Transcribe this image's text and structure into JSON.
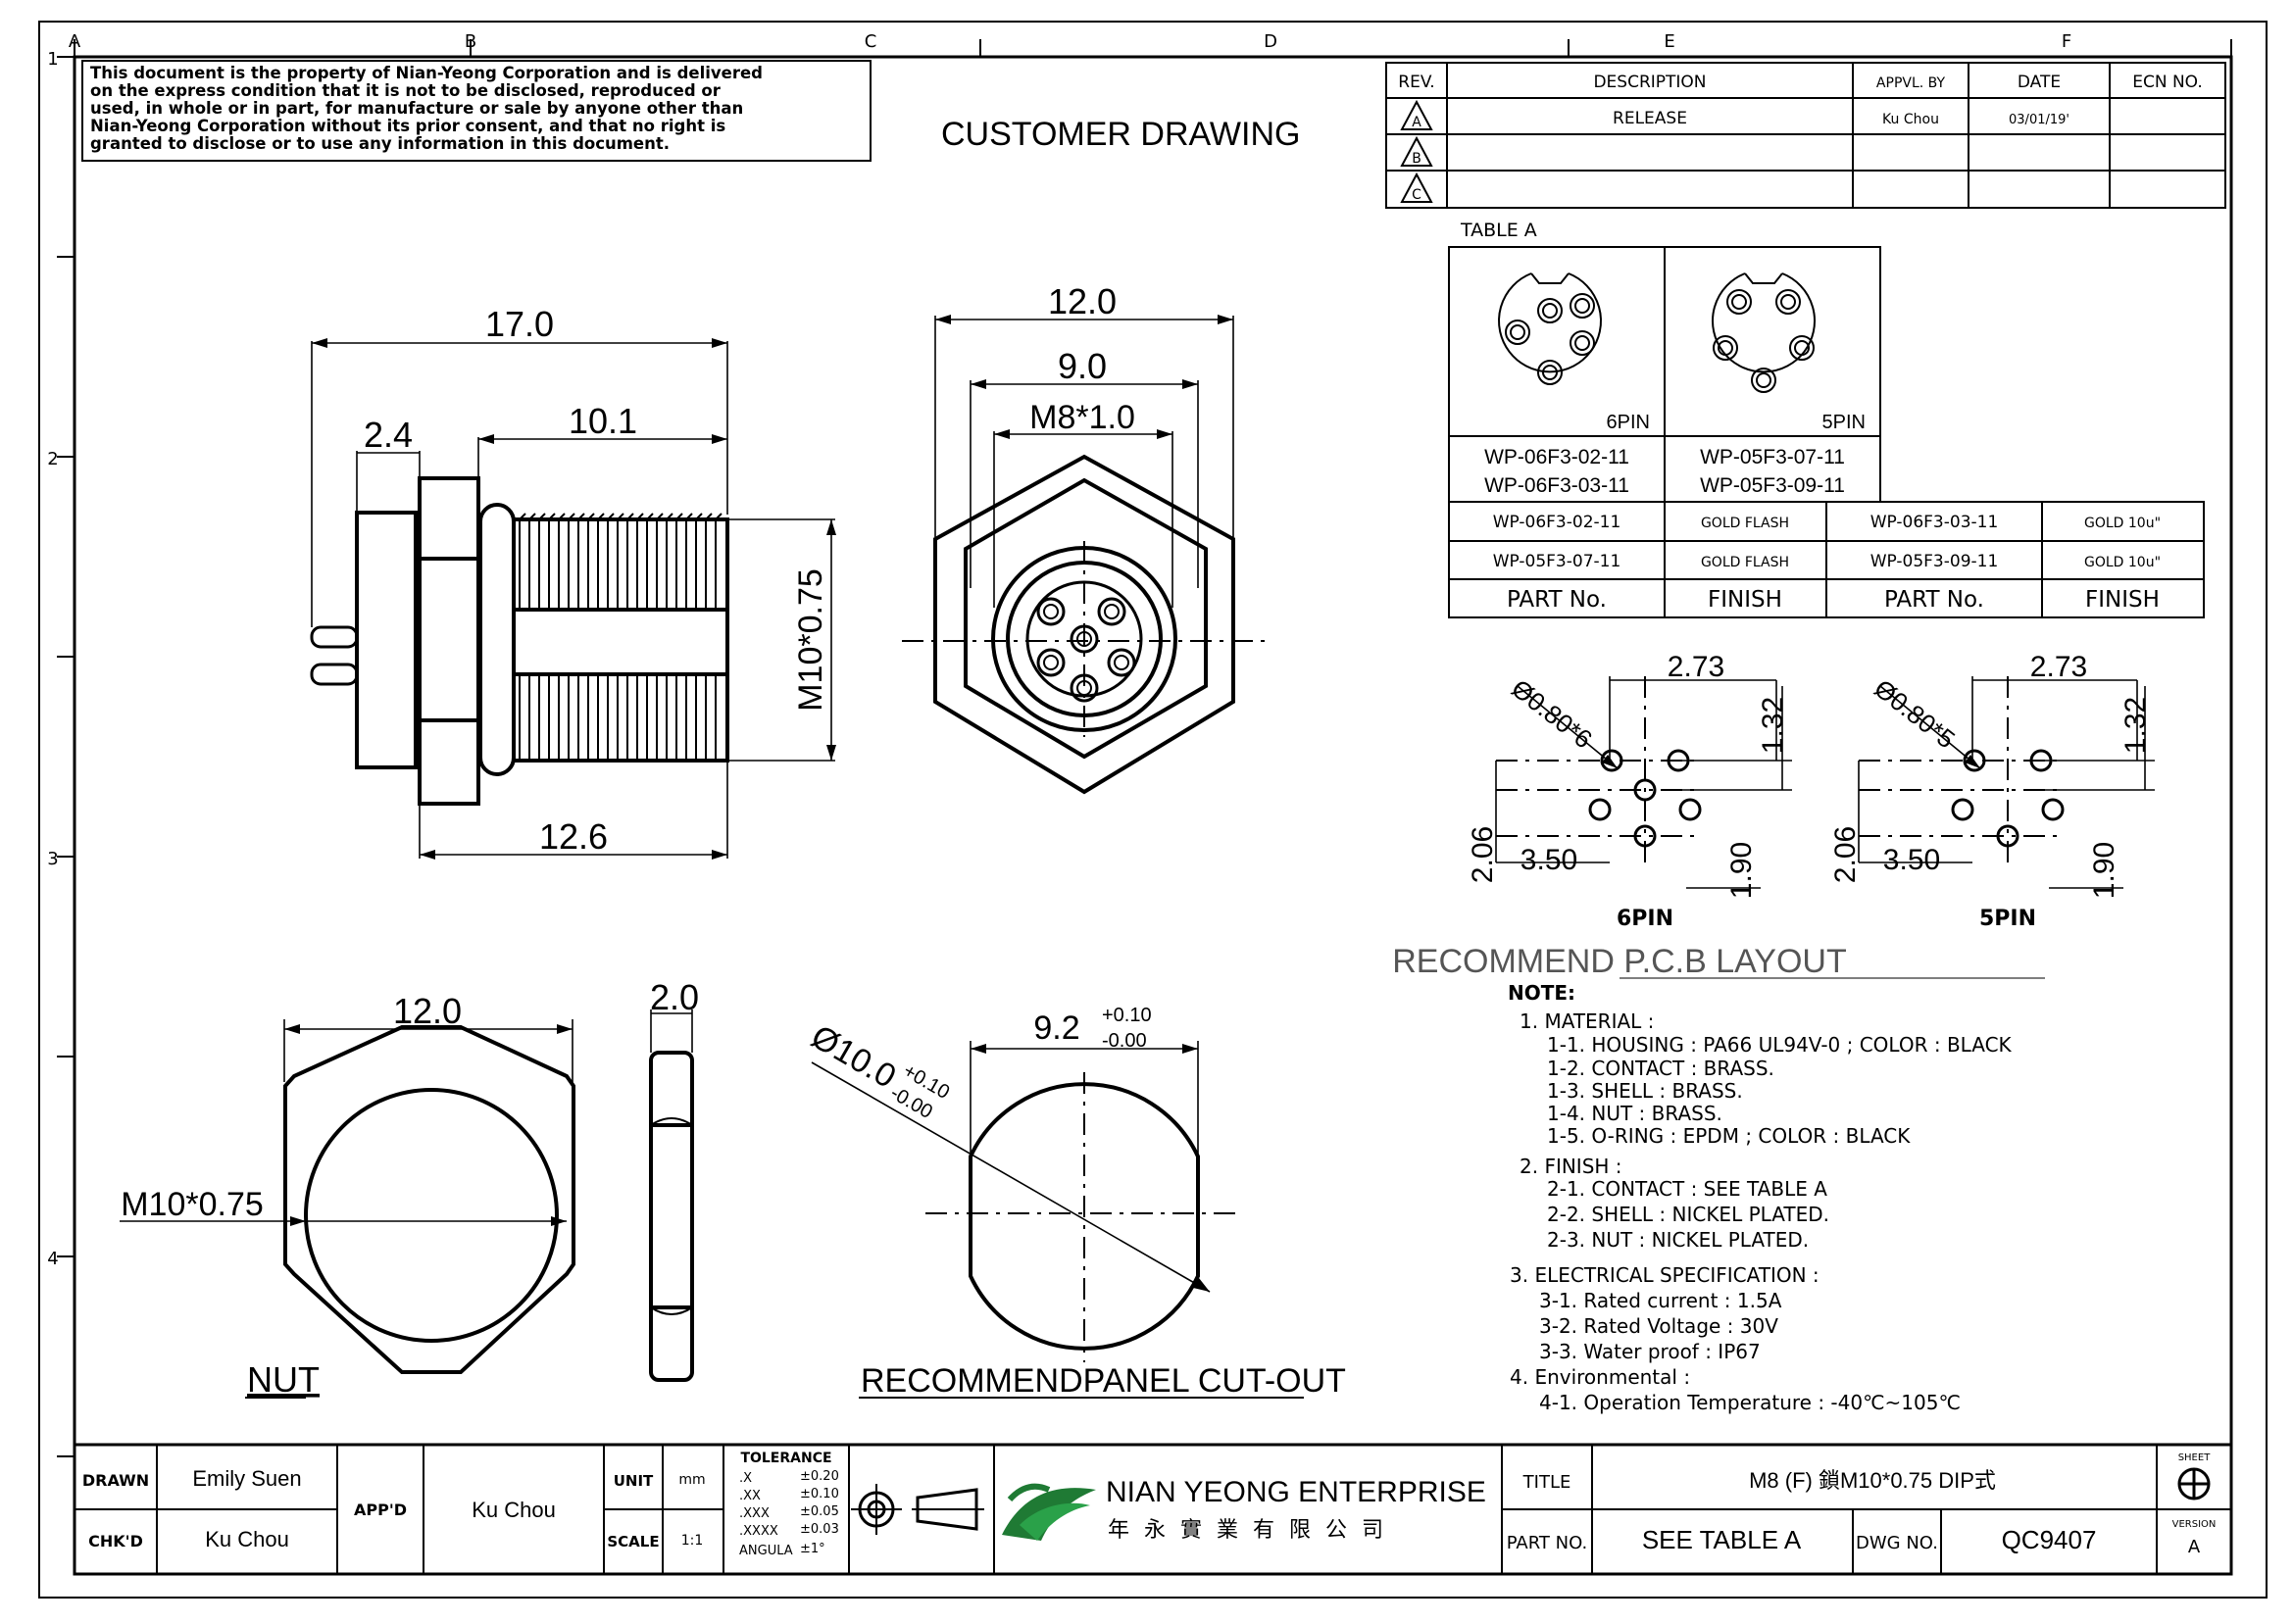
{
  "grid": {
    "columns": [
      "A",
      "B",
      "C",
      "D",
      "E",
      "F"
    ],
    "rows": [
      "1",
      "2",
      "3",
      "4"
    ]
  },
  "disclaimer": [
    "This document is the property of Nian-Yeong Corporation and is delivered",
    "on  the  express condition that it is not to be disclosed, reproduced or",
    "used, in whole or in part, for manufacture or sale by anyone other than",
    "Nian-Yeong Corporation without  its prior consent, and that  no right  is",
    "granted to disclose or to use any information in this  document."
  ],
  "header_title": "CUSTOMER  DRAWING",
  "revision_table": {
    "headers": [
      "REV.",
      "DESCRIPTION",
      "APPVL. BY",
      "DATE",
      "ECN NO."
    ],
    "rows": [
      {
        "rev": "A",
        "description": "RELEASE",
        "appvl": "Ku Chou",
        "date": "03/01/19'",
        "ecn": ""
      },
      {
        "rev": "B",
        "description": "",
        "appvl": "",
        "date": "",
        "ecn": ""
      },
      {
        "rev": "C",
        "description": "",
        "appvl": "",
        "date": "",
        "ecn": ""
      }
    ]
  },
  "table_a": {
    "title": "TABLE  A",
    "pin_views": [
      {
        "label": "6PIN",
        "parts": [
          "WP-06F3-02-11",
          "WP-06F3-03-11"
        ]
      },
      {
        "label": "5PIN",
        "parts": [
          "WP-05F3-07-11",
          "WP-05F3-09-11"
        ]
      }
    ],
    "finish_rows": [
      [
        "WP-06F3-02-11",
        "GOLD FLASH",
        "WP-06F3-03-11",
        "GOLD 10u\""
      ],
      [
        "WP-05F3-07-11",
        "GOLD FLASH",
        "WP-05F3-09-11",
        "GOLD 10u\""
      ]
    ],
    "footer": [
      "PART No.",
      "FINISH",
      "PART No.",
      "FINISH"
    ]
  },
  "side_view": {
    "dims": {
      "overall": "17.0",
      "flange": "2.4",
      "thread_len": "10.1",
      "body": "12.6",
      "thread": "M10*0.75"
    }
  },
  "front_view": {
    "dims": {
      "hex": "12.0",
      "inner": "9.0",
      "thread": "M8*1.0"
    }
  },
  "nut_view": {
    "dims": {
      "width": "12.0",
      "thread": "M10*0.75",
      "thickness": "2.0"
    },
    "label": "NUT"
  },
  "cutout_view": {
    "dims": {
      "diameter": "Ø10.0",
      "dia_tol_plus": "+0.10",
      "dia_tol_minus": "-0.00",
      "flat": "9.2",
      "flat_tol_plus": "+0.10",
      "flat_tol_minus": "-0.00"
    },
    "label": "RECOMMENDPANEL  CUT-OUT"
  },
  "pcb_layout": {
    "title": "RECOMMEND  P.C.B  LAYOUT",
    "layouts": [
      {
        "label": "6PIN",
        "hole": "Ø0.80*6",
        "d1": "2.73",
        "d2": "1.32",
        "d3": "2.06",
        "d4": "3.50",
        "d5": "1.90"
      },
      {
        "label": "5PIN",
        "hole": "Ø0.80*5",
        "d1": "2.73",
        "d2": "1.32",
        "d3": "2.06",
        "d4": "3.50",
        "d5": "1.90"
      }
    ]
  },
  "notes": {
    "title": "NOTE:",
    "lines": [
      "1. MATERIAL :",
      "1-1. HOUSING : PA66 UL94V-0 ; COLOR : BLACK",
      "1-2. CONTACT : BRASS.",
      "1-3. SHELL : BRASS.",
      "1-4. NUT : BRASS.",
      "1-5. O-RING : EPDM ; COLOR : BLACK",
      "2. FINISH :",
      "2-1. CONTACT : SEE TABLE A",
      "2-2. SHELL : NICKEL PLATED.",
      "2-3. NUT : NICKEL PLATED.",
      "3. ELECTRICAL SPECIFICATION :",
      "3-1. Rated current : 1.5A",
      "3-2. Rated Voltage : 30V",
      "3-3. Water proof : IP67",
      "4. Environmental :",
      "4-1. Operation Temperature : -40℃~105℃"
    ]
  },
  "title_block": {
    "drawn_label": "DRAWN",
    "drawn": "Emily Suen",
    "chkd_label": "CHK'D",
    "chkd": "Ku Chou",
    "appd_label": "APP'D",
    "appd": "Ku Chou",
    "unit_label": "UNIT",
    "unit": "mm",
    "scale_label": "SCALE",
    "scale": "1:1",
    "tolerance_title": "TOLERANCE",
    "tolerances": [
      [
        ".X",
        "±0.20"
      ],
      [
        ".XX",
        "±0.10"
      ],
      [
        ".XXX",
        "±0.05"
      ],
      [
        ".XXXX",
        "±0.03"
      ],
      [
        "ANGULA",
        "±1°"
      ]
    ],
    "company": "NIAN YEONG ENTERPRISE",
    "company_cn": "年 永 實 業 有 限 公 司",
    "title_label": "TITLE",
    "title": "M8 (F) 鎖M10*0.75 DIP式",
    "partno_label": "PART NO.",
    "partno": "SEE  TABLE  A",
    "dwgno_label": "DWG NO.",
    "dwgno": "QC9407",
    "sheet_label": "SHEET",
    "version_label": "VERSION",
    "version": "A"
  }
}
